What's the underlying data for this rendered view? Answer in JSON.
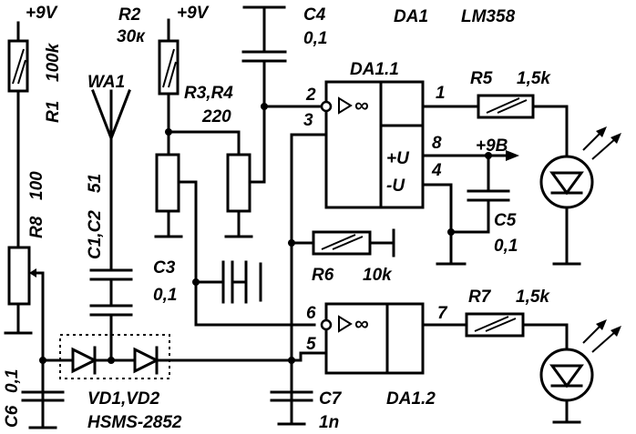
{
  "title": {
    "chip_ref": "DA1",
    "chip_part": "LM358"
  },
  "supply": {
    "r1": "+9V",
    "r2": "+9V",
    "out": "+9B"
  },
  "components": {
    "r1_ref": "R1",
    "r1_val": "100k",
    "r2_ref": "R2",
    "r2_val": "30к",
    "r34_ref": "R3,R4",
    "r34_val": "220",
    "c4_ref": "C4",
    "c4_val": "0,1",
    "r5_ref": "R5",
    "r5_val": "1,5k",
    "r6_ref": "R6",
    "r6_val": "10k",
    "r7_ref": "R7",
    "r7_val": "1,5k",
    "r8_ref": "R8",
    "r8_val": "100",
    "c12_ref": "C1,C2",
    "c12_val": "51",
    "c3_ref": "C3",
    "c3_val": "0,1",
    "c5_ref": "C5",
    "c5_val": "0,1",
    "c6_ref": "C6",
    "c6_val": "0,1",
    "c7_ref": "C7",
    "c7_val": "1n",
    "antenna": "WA1",
    "diodes_ref": "VD1,VD2",
    "diodes_part": "HSMS-2852",
    "opamp1": "DA1.1",
    "opamp2": "DA1.2"
  },
  "pins": {
    "p1": "1",
    "p2": "2",
    "p3": "3",
    "p4": "4",
    "p5": "5",
    "p6": "6",
    "p7": "7",
    "p8": "8",
    "vplus": "+U",
    "vminus": "-U",
    "inf": "∞"
  }
}
